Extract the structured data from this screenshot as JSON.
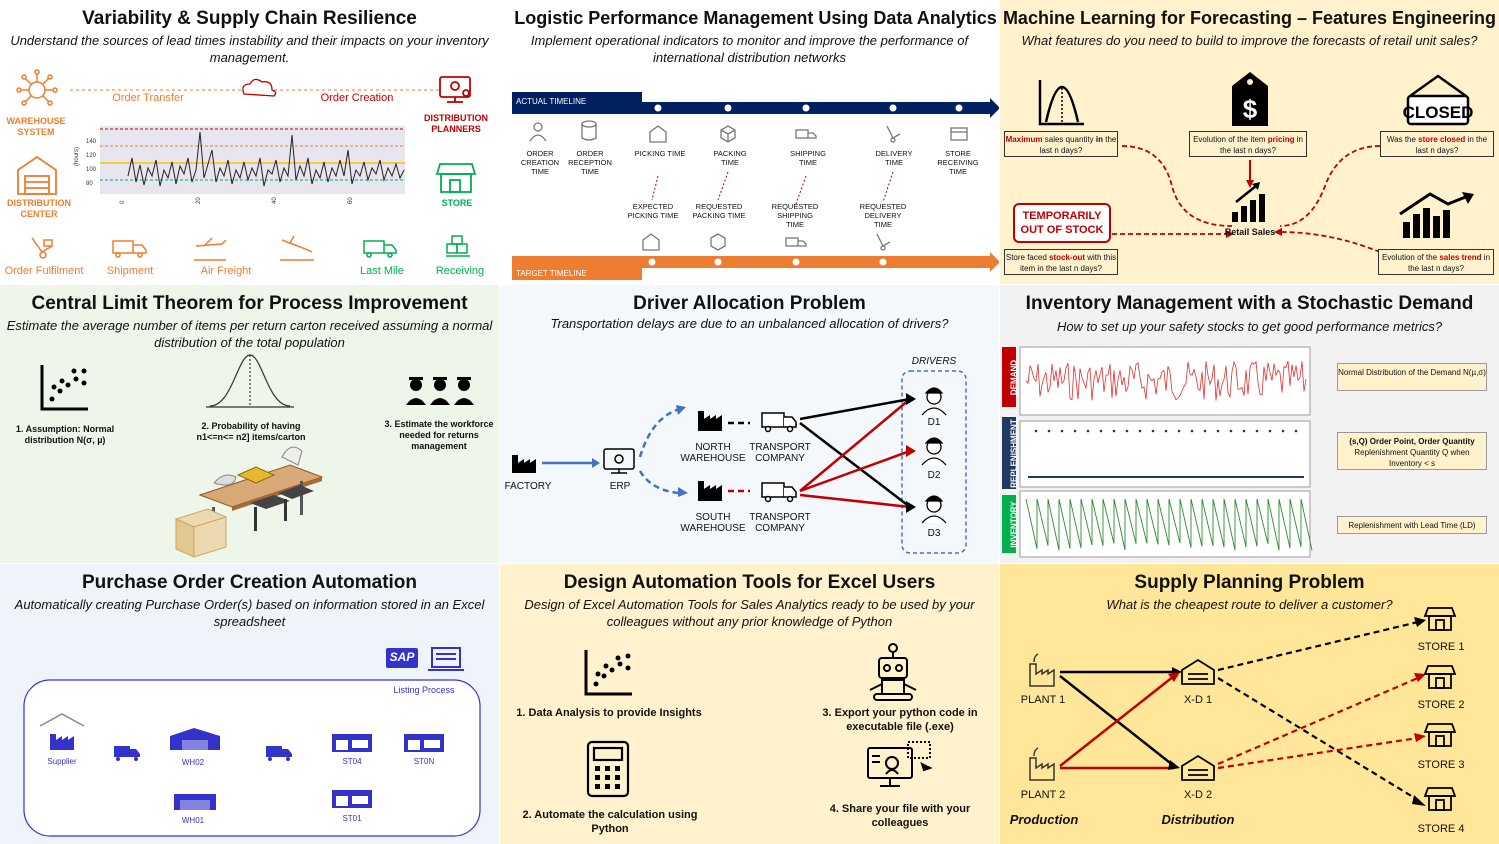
{
  "p1": {
    "title": "Variability & Supply Chain Resilience",
    "subtitle": "Understand the sources of lead times instability and their impacts on your inventory management.",
    "warehouse_system": "WAREHOUSE SYSTEM",
    "order_transfer": "Order Transfer",
    "order_creation": "Order Creation",
    "distribution_planners": "DISTRIBUTION PLANNERS",
    "distribution_center": "DISTRIBUTION CENTER",
    "store": "STORE",
    "y_axis_label": "(hours)",
    "y_ticks": [
      "140",
      "120",
      "100",
      "80"
    ],
    "x_ticks": [
      "0",
      "20",
      "40",
      "60"
    ],
    "steps": [
      "Order Fulfilment",
      "Shipment",
      "Air Freight",
      "Last Mile",
      "Receiving"
    ],
    "colors": {
      "orange": "#ED7D31",
      "red": "#C00000",
      "green": "#00B050"
    }
  },
  "p2": {
    "title": "Logistic Performance Management Using Data Analytics",
    "subtitle": "Implement operational indicators to monitor and improve the performance of international distribution networks",
    "actual_timeline": "ACTUAL TIMELINE",
    "target_timeline": "TARGET TIMELINE",
    "actual_events": [
      "ORDER CREATION TIME",
      "ORDER RECEPTION TIME",
      "PICKING TIME",
      "PACKING TIME",
      "SHIPPING TIME",
      "DELIVERY TIME",
      "STORE RECEIVING TIME"
    ],
    "expected_events": [
      "EXPECTED PICKING TIME",
      "REQUESTED PACKING TIME",
      "REQUESTED SHIPPING TIME",
      "REQUESTED DELIVERY TIME"
    ],
    "colors": {
      "navy": "#002060",
      "orange": "#ED7D31"
    }
  },
  "p3": {
    "title": "Machine Learning for Forecasting – Features Engineering",
    "subtitle": "What features do you need to build to improve the forecasts of retail unit sales?",
    "closed_sign": "CLOSED",
    "box_max": [
      "Maximum",
      " sales quantity ",
      "in",
      " the last n days?"
    ],
    "box_price": [
      "Evolution of the item ",
      "pricing",
      " in the last n days?"
    ],
    "box_closed": [
      "Was the ",
      "store closed",
      " in the last n days?"
    ],
    "out_of_stock": "TEMPORARILY OUT OF STOCK",
    "retail_sales": "Retail Sales",
    "box_stockout": [
      "Store faced ",
      "stock-out",
      " with this item in the last n days?"
    ],
    "box_trend": [
      "Evolution of the ",
      "sales trend",
      " in the last n days?"
    ],
    "colors": {
      "bg": "#FFF2CC",
      "red": "#C00000"
    }
  },
  "p4": {
    "title": "Central Limit Theorem for Process Improvement",
    "subtitle": "Estimate the average number of items per return carton received assuming a normal distribution of the total population",
    "step1": "1. Assumption: Normal distribution N(σ, µ)",
    "step2": "2. Probability of having n1<=n<= n2] items/carton",
    "step3": "3. Estimate the workforce needed for returns management",
    "colors": {
      "bg": "#EEF5E9"
    }
  },
  "p5": {
    "title": "Driver Allocation Problem",
    "subtitle": "Transportation delays are due to an unbalanced allocation of drivers?",
    "drivers_label": "DRIVERS",
    "factory": "FACTORY",
    "erp": "ERP",
    "north_warehouse": "NORTH WAREHOUSE",
    "south_warehouse": "SOUTH WAREHOUSE",
    "transport_company": "TRANSPORT COMPANY",
    "drivers": [
      "D1",
      "D2",
      "D3"
    ],
    "colors": {
      "blue": "#4472C4",
      "red": "#C00000"
    }
  },
  "p6": {
    "title": "Inventory Management with a Stochastic Demand",
    "subtitle": "How to set up your safety stocks to get good performance metrics?",
    "tab_demand": "DEMAND",
    "tab_replenishment": "REPLENISHMENT",
    "tab_inventory": "INVENTORY",
    "box1": "Normal Distribution of the Demand N(µ,σ)",
    "box2_bold": "(s,Q) Order Point, Order Quantity",
    "box2_text": "Replenishment Quantity Q when Inventory < s",
    "box3": "Replenishment with Lead Time (LD)",
    "colors": {
      "red": "#C00000",
      "navy": "#1F3864",
      "green": "#00B050"
    }
  },
  "p7": {
    "title": "Purchase Order Creation Automation",
    "subtitle": "Automatically creating Purchase Order(s) based on information stored in an Excel spreadsheet",
    "sap": "SAP",
    "listing_process": "Listing Process",
    "nodes": [
      "Supplier",
      "WH02",
      "ST04",
      "ST0N",
      "WH01",
      "ST01"
    ],
    "colors": {
      "blue": "#3333CC",
      "bg": "#EEF4FA"
    }
  },
  "p8": {
    "title": "Design Automation Tools for Excel Users",
    "subtitle": "Design of Excel Automation Tools for Sales Analytics ready to be used by your colleagues without any prior knowledge of Python",
    "step1": "1. Data Analysis to provide Insights",
    "step2": "2. Automate the calculation using Python",
    "step3": "3. Export your python code in executable file (.exe)",
    "step4": "4. Share your file with your colleagues",
    "colors": {
      "bg": "#FFF2CC"
    }
  },
  "p9": {
    "title": "Supply Planning Problem",
    "subtitle": "What is the cheapest route to deliver a customer?",
    "plant1": "PLANT 1",
    "plant2": "PLANT 2",
    "xd1": "X-D 1",
    "xd2": "X-D 2",
    "stores": [
      "STORE 1",
      "STORE 2",
      "STORE 3",
      "STORE 4"
    ],
    "production": "Production",
    "distribution": "Distribution",
    "colors": {
      "bg": "#FFE699",
      "red": "#C00000"
    }
  }
}
